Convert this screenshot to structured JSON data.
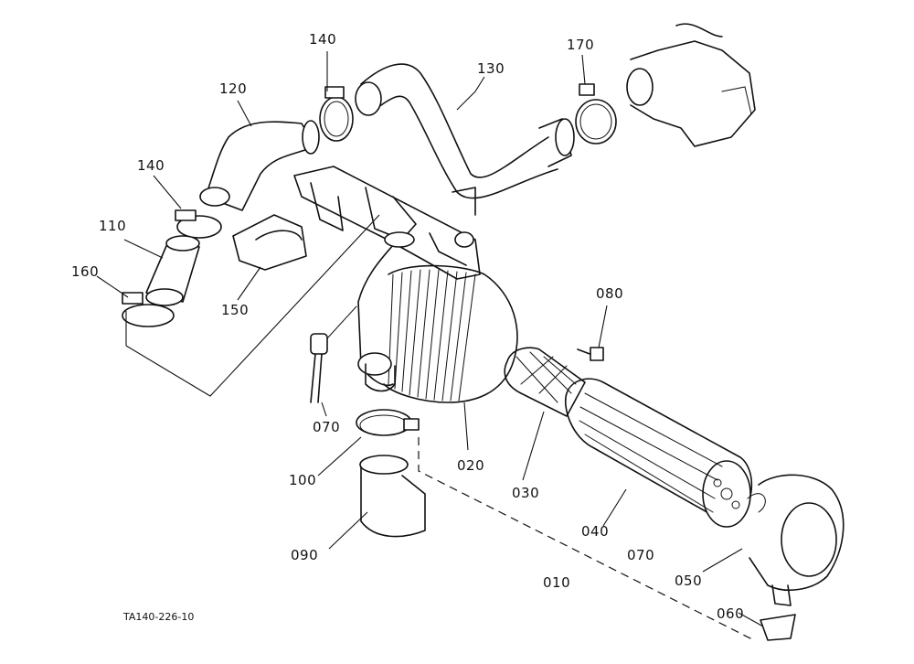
{
  "diagram": {
    "drawing_code": "TA140-226-10",
    "callouts": [
      {
        "id": "140_top",
        "text": "140"
      },
      {
        "id": "120",
        "text": "120"
      },
      {
        "id": "130",
        "text": "130"
      },
      {
        "id": "170",
        "text": "170"
      },
      {
        "id": "140_left",
        "text": "140"
      },
      {
        "id": "110",
        "text": "110"
      },
      {
        "id": "160",
        "text": "160"
      },
      {
        "id": "150",
        "text": "150"
      },
      {
        "id": "080",
        "text": "080"
      },
      {
        "id": "070_sensor",
        "text": "070"
      },
      {
        "id": "100",
        "text": "100"
      },
      {
        "id": "020",
        "text": "020"
      },
      {
        "id": "030",
        "text": "030"
      },
      {
        "id": "090",
        "text": "090"
      },
      {
        "id": "040",
        "text": "040"
      },
      {
        "id": "070_assy",
        "text": "070"
      },
      {
        "id": "010",
        "text": "010"
      },
      {
        "id": "050",
        "text": "050"
      },
      {
        "id": "060",
        "text": "060"
      }
    ]
  }
}
